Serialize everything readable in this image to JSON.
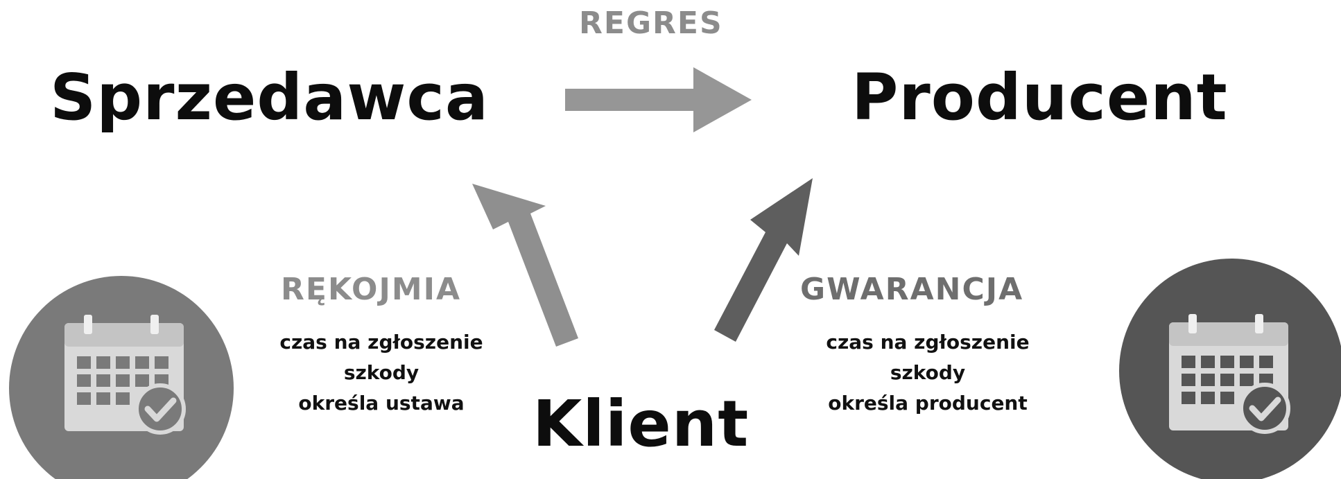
{
  "nodes": {
    "seller": "Sprzedawca",
    "producer": "Producent",
    "client": "Klient"
  },
  "edges": {
    "regress": "REGRES",
    "warranty_statutory": {
      "label": "RĘKOJMIA",
      "lines": [
        "czas na zgłoszenie",
        "szkody",
        "określa ustawa"
      ]
    },
    "guarantee": {
      "label": "GWARANCJA",
      "lines": [
        "czas na zgłoszenie",
        "szkody",
        "określa producent"
      ]
    }
  },
  "icons": {
    "left": "calendar-check-icon",
    "right": "calendar-check-icon"
  },
  "colors": {
    "text_dark": "#0d0d0d",
    "label_gray": "#8c8c8c",
    "arrow_regres": "#969696",
    "arrow_left": "#8f8f8f",
    "arrow_right": "#5e5e5e",
    "circle_left": "#7a7a7a",
    "circle_right": "#555555",
    "calendar_fill": "#d9d9d9"
  }
}
